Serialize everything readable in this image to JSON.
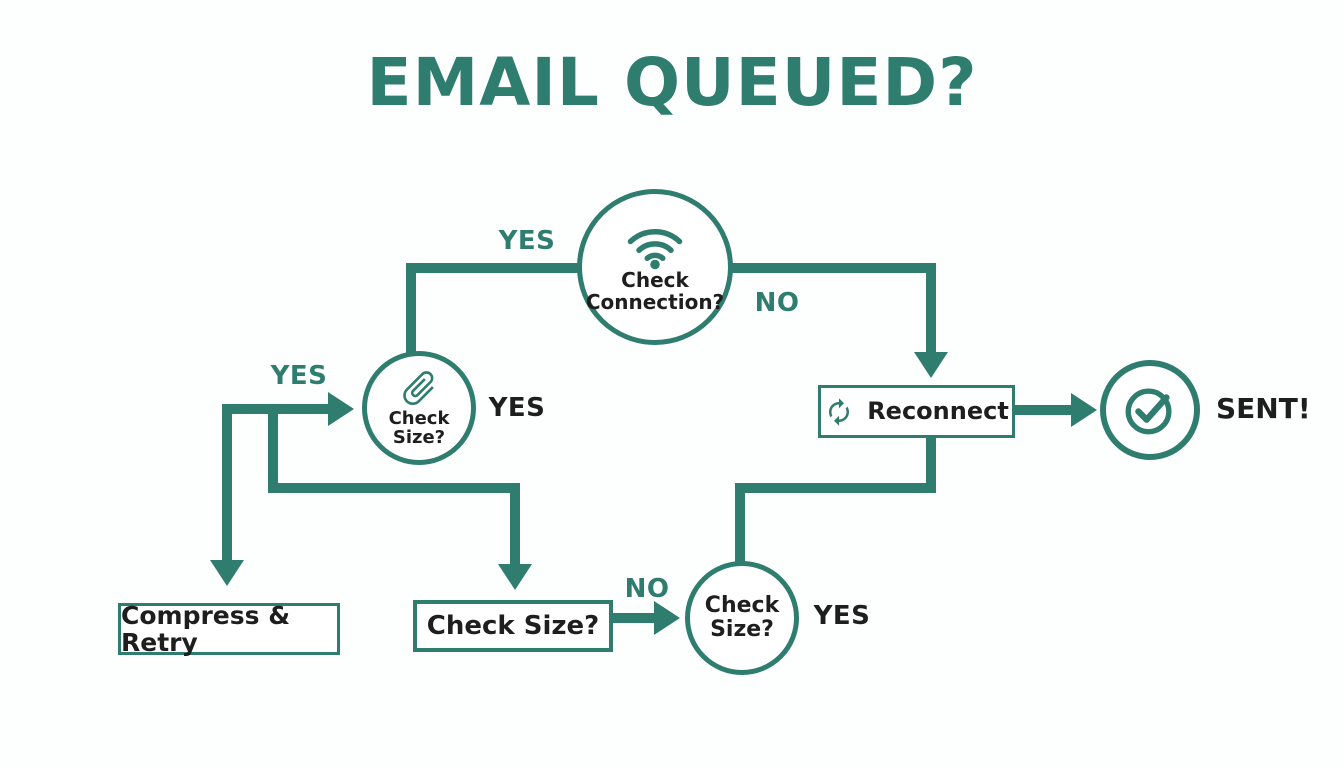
{
  "title": "EMAIL QUEUED?",
  "colors": {
    "teal": "#2e7d6f",
    "text": "#1e1e1e",
    "background": "#fdfefe"
  },
  "nodes": {
    "check_connection": {
      "label_line1": "Check",
      "label_line2": "Connection?",
      "icon": "wifi-icon"
    },
    "check_size_circle_left": {
      "label": "Check Size?",
      "icon": "paperclip-icon"
    },
    "reconnect": {
      "label": "Reconnect",
      "icon": "sync-icon"
    },
    "sent": {
      "label": "SENT!",
      "icon": "check-circle-icon"
    },
    "compress_retry": {
      "label": "Compress & Retry"
    },
    "check_size_rect": {
      "label": "Check Size?"
    },
    "check_size_circle_right": {
      "label_line1": "Check",
      "label_line2": "Size?"
    }
  },
  "edge_labels": {
    "connection_yes": "YES",
    "connection_no": "NO",
    "left_branch_yes": "YES",
    "size_left_yes": "YES",
    "size_rect_no": "NO",
    "size_right_yes": "YES"
  }
}
